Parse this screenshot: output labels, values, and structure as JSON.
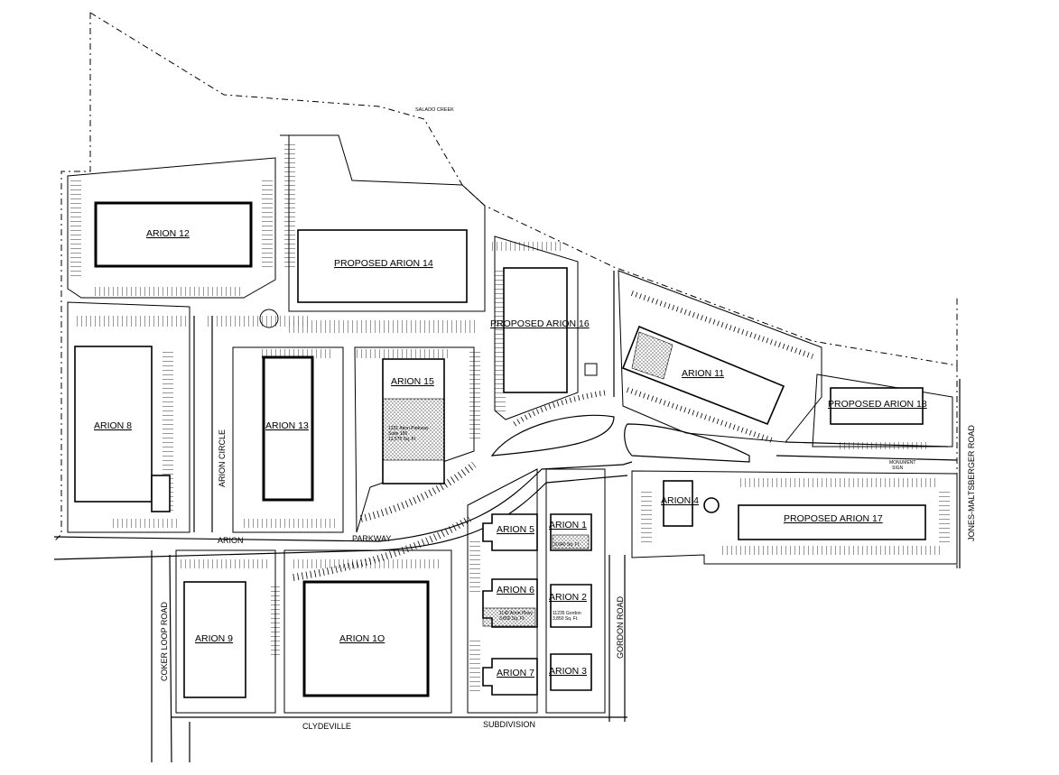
{
  "creek": "SALADO CREEK",
  "buildings": {
    "arion_12": "ARION 12",
    "proposed_arion_14": "PROPOSED ARION 14",
    "proposed_arion_16": "PROPOSED ARION 16",
    "arion_11": "ARION 11",
    "proposed_arion_18": "PROPOSED ARION 18",
    "arion_8": "ARION 8",
    "arion_13": "ARION 13",
    "arion_15": "ARION 15",
    "arion_4": "ARION 4",
    "proposed_arion_17": "PROPOSED ARION 17",
    "arion_5": "ARION 5",
    "arion_1": "ARION 1",
    "arion_6": "ARION 6",
    "arion_2": "ARION 2",
    "arion_7": "ARION 7",
    "arion_3": "ARION 3",
    "arion_9": "ARION 9",
    "arion_10": "ARION 1O"
  },
  "roads": {
    "arion_circle": "ARION CIRCLE",
    "arion": "ARION",
    "parkway": "PARKWAY",
    "coker_loop": "COKER LOOP ROAD",
    "gordon": "GORDON ROAD",
    "jones_maltsberger": "JONES-MALTSBERGER ROAD",
    "clydeville": "CLYDEVILLE",
    "subdivision": "SUBDIVISION"
  },
  "annotations": {
    "monument_sign_1": "MONUMENT",
    "monument_sign_2": "SIGN",
    "suite_15_l1": "1231 Arion Parkway",
    "suite_15_l2": "Suite 106",
    "suite_15_l3": "12,575 Sq. Ft.",
    "suite_1": "8,040 Sq. Ft.",
    "suite_6_l1": "1142 Arion Pkwy",
    "suite_6_l2": "3,850 Sq. Ft.",
    "suite_2_l1": "11235 Gordon",
    "suite_2_l2": "3,850 Sq. Ft."
  }
}
